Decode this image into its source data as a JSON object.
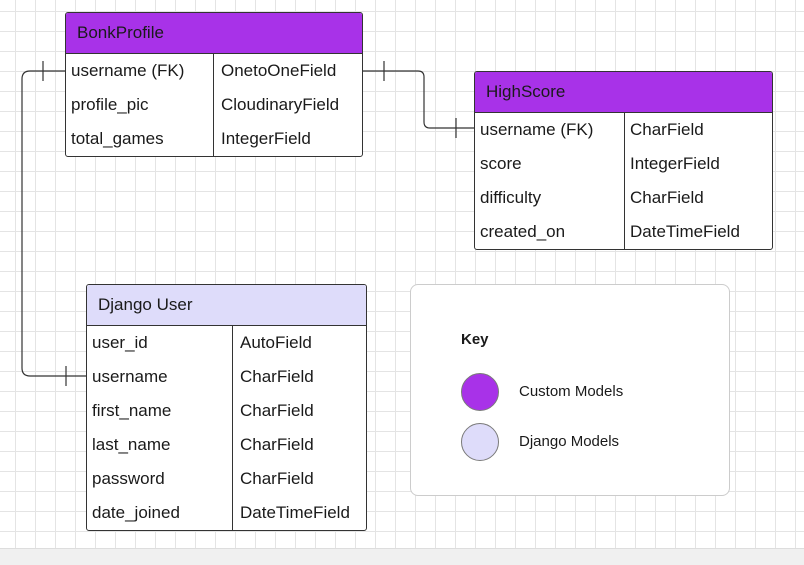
{
  "colors": {
    "custom": "#a832e8",
    "django": "#dedcfa",
    "line": "#333333"
  },
  "entities": {
    "bonk_profile": {
      "title": "BonkProfile",
      "type": "custom",
      "rows": [
        {
          "field": "username (FK)",
          "type": "OnetoOneField"
        },
        {
          "field": "profile_pic",
          "type": "CloudinaryField"
        },
        {
          "field": "total_games",
          "type": "IntegerField"
        }
      ]
    },
    "high_score": {
      "title": "HighScore",
      "type": "custom",
      "rows": [
        {
          "field": "username (FK)",
          "type": "CharField"
        },
        {
          "field": "score",
          "type": "IntegerField"
        },
        {
          "field": "difficulty",
          "type": "CharField"
        },
        {
          "field": "created_on",
          "type": "DateTimeField"
        }
      ]
    },
    "django_user": {
      "title": "Django User",
      "type": "django",
      "rows": [
        {
          "field": "user_id",
          "type": "AutoField"
        },
        {
          "field": "username",
          "type": "CharField"
        },
        {
          "field": "first_name",
          "type": "CharField"
        },
        {
          "field": "last_name",
          "type": "CharField"
        },
        {
          "field": "password",
          "type": "CharField"
        },
        {
          "field": "date_joined",
          "type": "DateTimeField"
        }
      ]
    }
  },
  "key": {
    "title": "Key",
    "custom_label": "Custom Models",
    "django_label": "Django Models"
  },
  "relationships": [
    {
      "from": "bonk_profile.username (FK)",
      "to": "high_score.username (FK)",
      "notation": "one-to-one"
    },
    {
      "from": "bonk_profile.username (FK)",
      "to": "django_user.username",
      "notation": "one-to-one"
    }
  ]
}
